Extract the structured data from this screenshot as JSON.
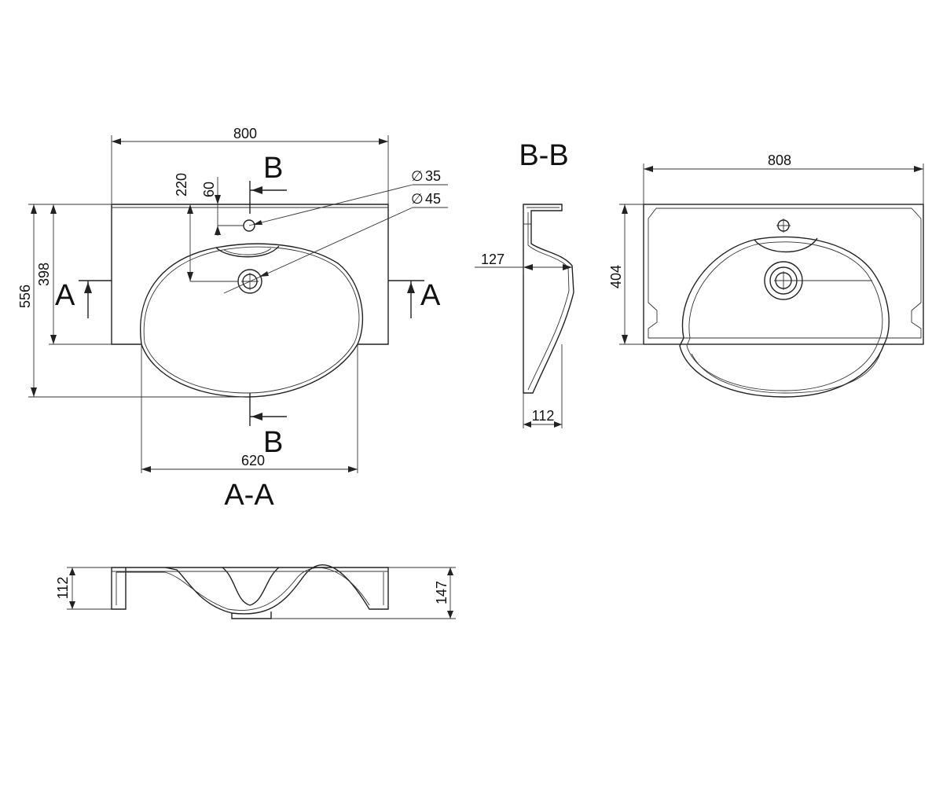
{
  "dimensions": {
    "width_800": "800",
    "height_556": "556",
    "height_398": "398",
    "offset_220": "220",
    "offset_60": "60",
    "dia_35": "35",
    "dia_45": "45",
    "width_620": "620",
    "depth_127": "127",
    "depth_112_bb": "112",
    "width_808": "808",
    "height_404": "404",
    "height_112_aa": "112",
    "height_147": "147"
  },
  "symbols": {
    "diameter": "∅"
  },
  "section_labels": {
    "b_top": "B",
    "b_bottom": "B",
    "a_left": "A",
    "a_right": "A",
    "aa_title": "A-A",
    "bb_title": "B-B"
  }
}
